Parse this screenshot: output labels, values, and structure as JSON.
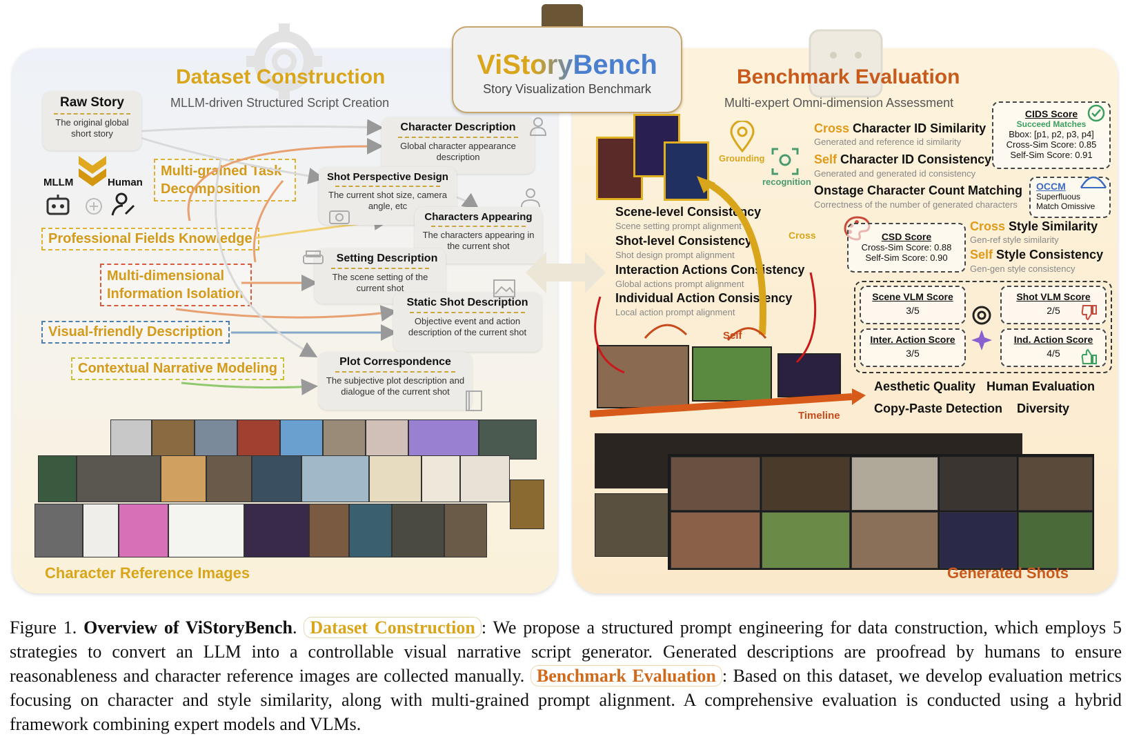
{
  "header": {
    "logo_title": "ViStoryBench",
    "logo_subtitle": "Story Visualization Benchmark"
  },
  "left": {
    "title": "Dataset Construction",
    "subtitle": "MLLM-driven Structured Script Creation",
    "raw_story": {
      "title": "Raw Story",
      "desc": "The original global short story"
    },
    "mllm_label": "MLLM",
    "human_label": "Human",
    "strategies": [
      "Multi-grained Task Decomposition",
      "Professional Fields Knowledge",
      "Multi-dimensional Information Isolation",
      "Visual-friendly Description",
      "Contextual Narrative Modeling"
    ],
    "cards": [
      {
        "title": "Character Description",
        "desc": "Global character appearance description"
      },
      {
        "title": "Shot Perspective Design",
        "desc": "The current shot size, camera angle, etc"
      },
      {
        "title": "Characters Appearing",
        "desc": "The characters appearing in the current shot"
      },
      {
        "title": "Setting Description",
        "desc": "The scene setting of the current shot"
      },
      {
        "title": "Static Shot Description",
        "desc": "Objective event and action description of the current shot"
      },
      {
        "title": "Plot Correspondence",
        "desc": "The subjective plot description and dialogue of the current shot"
      }
    ],
    "bottom_label": "Character Reference Images"
  },
  "right": {
    "title": "Benchmark Evaluation",
    "subtitle": "Multi-expert Omni-dimension Assessment",
    "grounding_label": "Grounding",
    "recognition_label": "recognition",
    "cross_label": "Cross",
    "self_label": "Self",
    "timeline_label": "Timeline",
    "id_metrics": [
      {
        "highlight": "Cross",
        "rest": " Character ID Similarity",
        "desc": "Generated and reference id similarity"
      },
      {
        "highlight": "Self",
        "rest": " Character ID Consistency",
        "desc": "Generated and generated id consistency"
      },
      {
        "highlight": "",
        "rest": "Onstage Character Count Matching",
        "desc": "Correctness of the number of generated characters"
      }
    ],
    "prompt_metrics": [
      {
        "name": "Scene-level Consistency",
        "desc": "Scene setting prompt alignment"
      },
      {
        "name": "Shot-level Consistency",
        "desc": "Shot design prompt alignment"
      },
      {
        "name": "Interaction Actions Consistency",
        "desc": "Global actions prompt alignment"
      },
      {
        "name": "Individual Action Consistency",
        "desc": "Local action prompt alignment"
      }
    ],
    "cids": {
      "title": "CIDS Score",
      "subtitle": "Succeed Matches",
      "lines": [
        "Bbox: [p1, p2, p3, p4]",
        "Cross-Sim Score: 0.85",
        "Self-Sim Score: 0.91"
      ]
    },
    "occm": {
      "title": "OCCM",
      "lines": [
        "Superfluous",
        "Match Omissive"
      ]
    },
    "csd": {
      "title": "CSD Score",
      "lines": [
        "Cross-Sim Score: 0.88",
        "Self-Sim Score: 0.90"
      ]
    },
    "style_metrics": [
      {
        "highlight": "Cross",
        "rest": " Style Similarity",
        "desc": "Gen-ref style similarity"
      },
      {
        "highlight": "Self",
        "rest": " Style Consistency",
        "desc": "Gen-gen style consistency"
      }
    ],
    "vlm_scores": [
      {
        "title": "Scene VLM Score",
        "value": "3/5"
      },
      {
        "title": "Shot VLM Score",
        "value": "2/5"
      },
      {
        "title": "Inter. Action Score",
        "value": "3/5"
      },
      {
        "title": "Ind. Action Score",
        "value": "4/5"
      }
    ],
    "other_metrics": [
      "Aesthetic Quality",
      "Human Evaluation",
      "Copy-Paste Detection",
      "Diversity"
    ],
    "bottom_label": "Generated Shots"
  },
  "caption": {
    "prefix": "Figure 1. ",
    "bold": "Overview of ViStoryBench",
    "period": ". ",
    "pill1": "Dataset Construction",
    "part1": ": We propose a structured prompt engineering for data construction, which employs 5 strategies to convert an LLM into a controllable visual narrative script generator.  Generated descriptions are proofread by humans to ensure reasonableness and character reference images are collected manually. ",
    "pill2": "Benchmark Evaluation",
    "part2": ": Based on this dataset, we develop evaluation metrics focusing on character and style similarity, along with multi-grained prompt alignment.  A comprehensive evaluation is conducted using a hybrid framework combining expert models and VLMs."
  },
  "colors": {
    "gold": "#d9a51a",
    "orange": "#c85a1c",
    "blue": "#4a7fd0"
  }
}
